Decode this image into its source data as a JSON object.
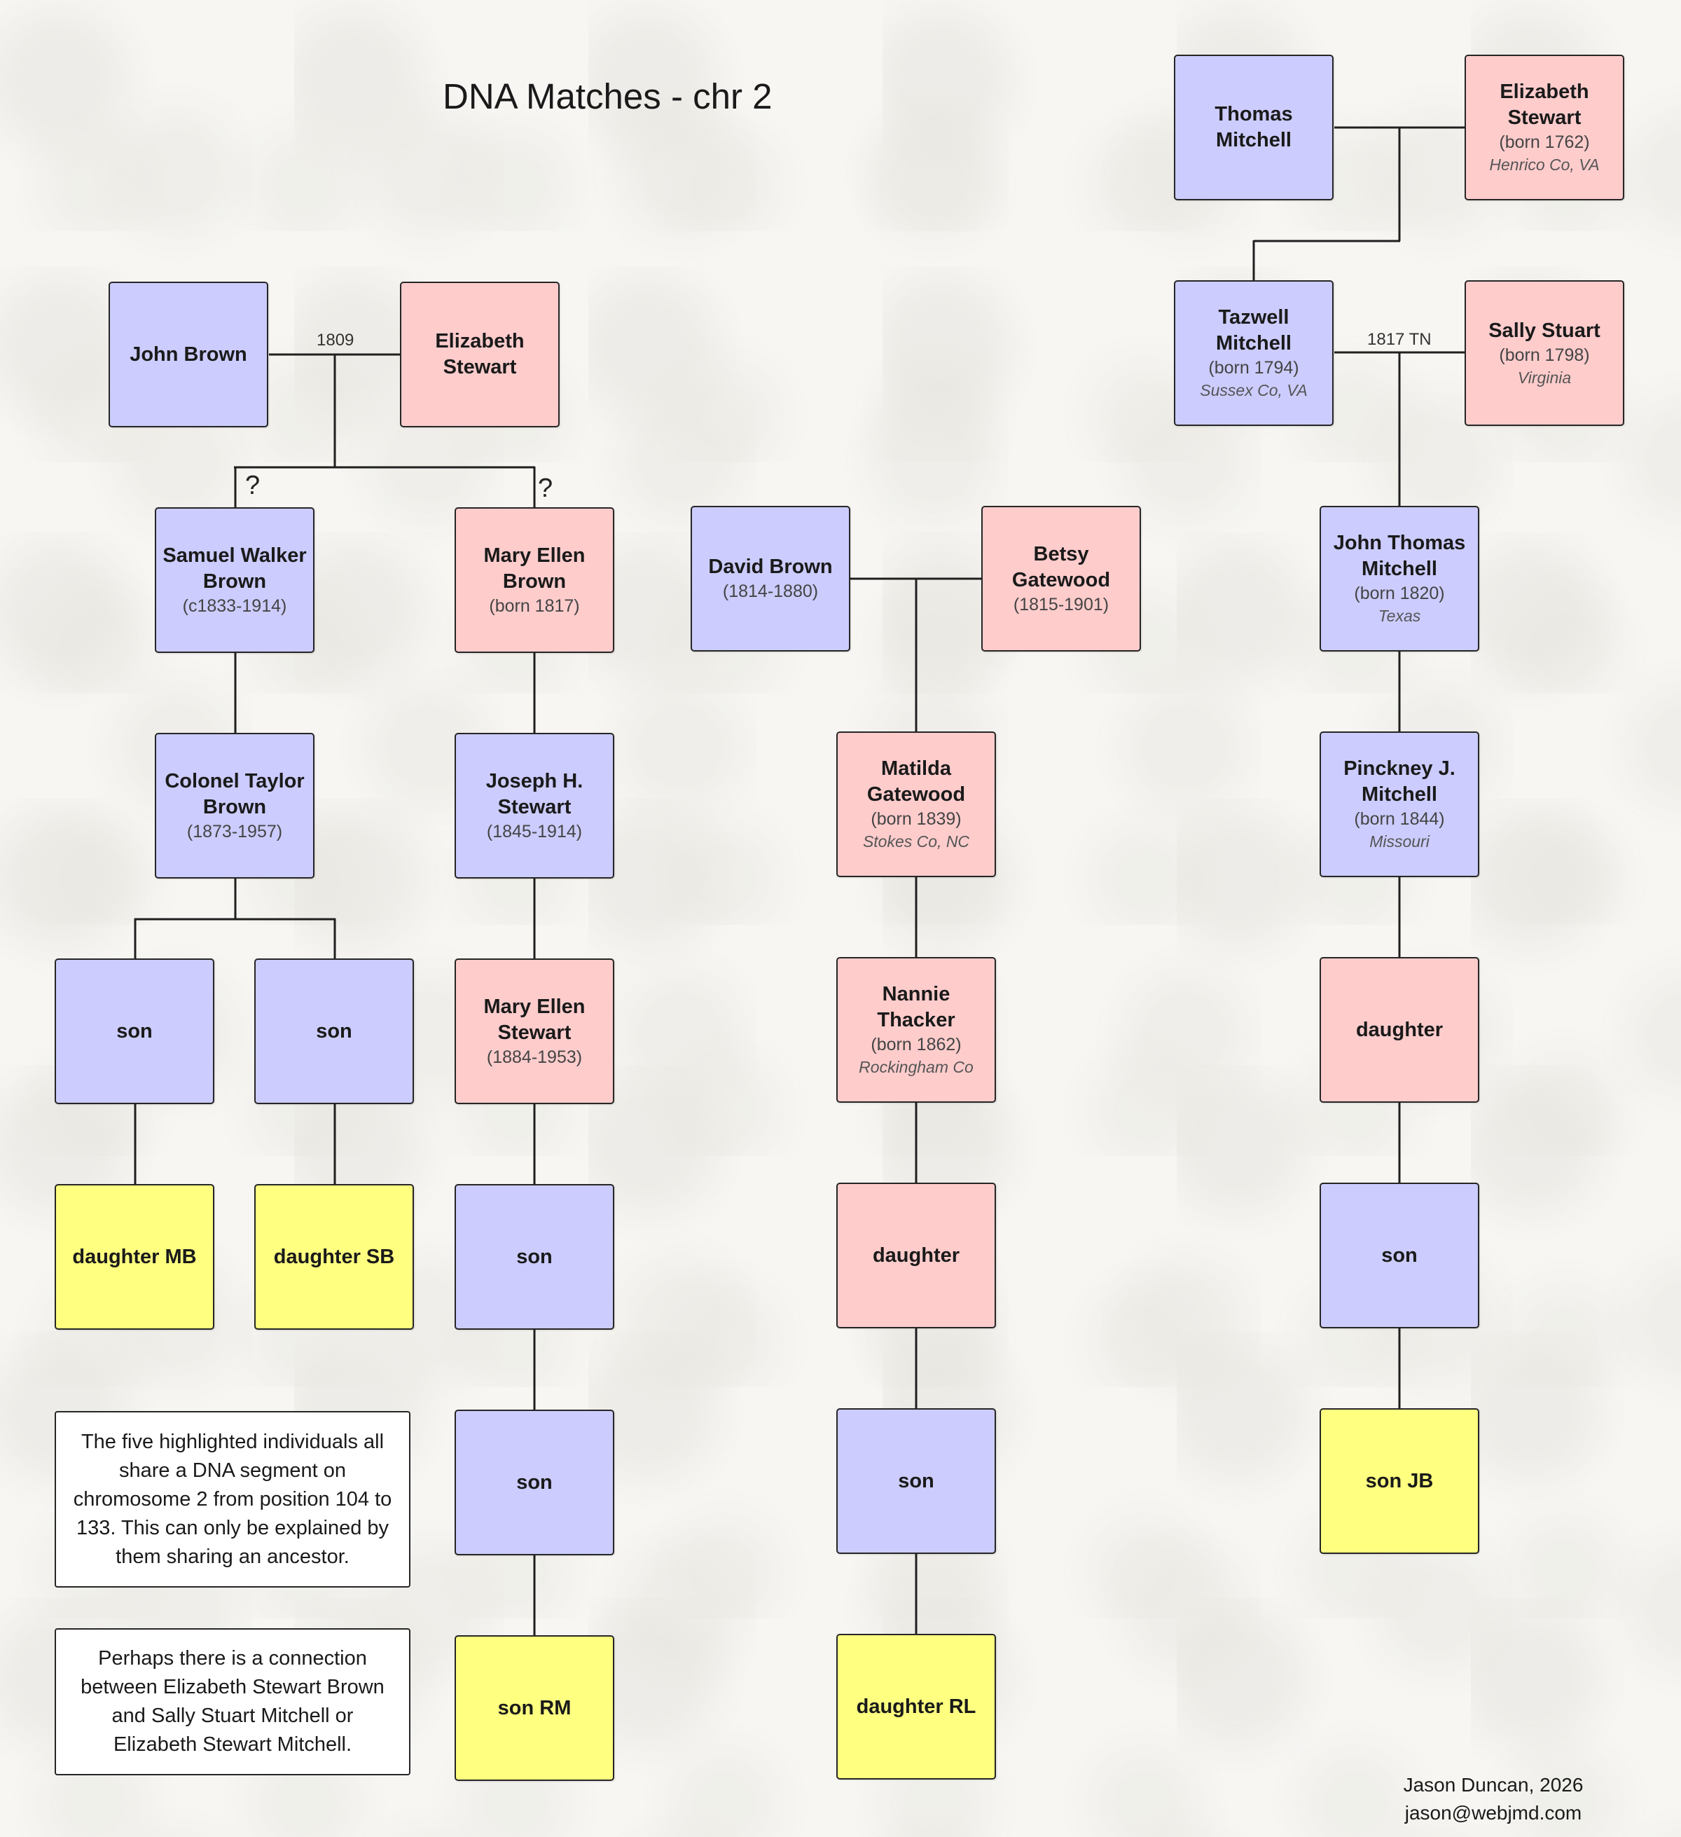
{
  "title": "DNA Matches - chr 2",
  "colors": {
    "male": "#ccccff",
    "female": "#ffcccc",
    "match": "#ffff80"
  },
  "marriage_labels": {
    "brown_stewart": "1809",
    "mitchell_stuart": "1817 TN"
  },
  "question_mark": "?",
  "people": {
    "thomas_mitchell": {
      "name": "Thomas Mitchell",
      "dates": "",
      "place": ""
    },
    "elizabeth_stewart_1762": {
      "name": "Elizabeth Stewart",
      "dates": "(born 1762)",
      "place": "Henrico Co, VA"
    },
    "tazwell_mitchell": {
      "name": "Tazwell Mitchell",
      "dates": "(born 1794)",
      "place": "Sussex Co, VA"
    },
    "sally_stuart": {
      "name": "Sally Stuart",
      "dates": "(born 1798)",
      "place": "Virginia"
    },
    "john_thomas_mitchell": {
      "name": "John Thomas Mitchell",
      "dates": "(born 1820)",
      "place": "Texas"
    },
    "pinckney_mitchell": {
      "name": "Pinckney J. Mitchell",
      "dates": "(born 1844)",
      "place": "Missouri"
    },
    "mitchell_daughter": {
      "name": "daughter",
      "dates": "",
      "place": ""
    },
    "mitchell_son": {
      "name": "son",
      "dates": "",
      "place": ""
    },
    "son_jb": {
      "name": "son JB",
      "dates": "",
      "place": ""
    },
    "john_brown": {
      "name": "John Brown",
      "dates": "",
      "place": ""
    },
    "elizabeth_stewart": {
      "name": "Elizabeth Stewart",
      "dates": "",
      "place": ""
    },
    "samuel_walker_brown": {
      "name": "Samuel Walker Brown",
      "dates": "(c1833-1914)",
      "place": ""
    },
    "mary_ellen_brown": {
      "name": "Mary Ellen Brown",
      "dates": "(born 1817)",
      "place": ""
    },
    "colonel_taylor_brown": {
      "name": "Colonel Taylor Brown",
      "dates": "(1873-1957)",
      "place": ""
    },
    "joseph_stewart": {
      "name": "Joseph H. Stewart",
      "dates": "(1845-1914)",
      "place": ""
    },
    "brown_son_1": {
      "name": "son",
      "dates": "",
      "place": ""
    },
    "brown_son_2": {
      "name": "son",
      "dates": "",
      "place": ""
    },
    "mary_ellen_stewart": {
      "name": "Mary Ellen Stewart",
      "dates": "(1884-1953)",
      "place": ""
    },
    "daughter_mb": {
      "name": "daughter MB",
      "dates": "",
      "place": ""
    },
    "daughter_sb": {
      "name": "daughter SB",
      "dates": "",
      "place": ""
    },
    "stewart_son_1": {
      "name": "son",
      "dates": "",
      "place": ""
    },
    "stewart_son_2": {
      "name": "son",
      "dates": "",
      "place": ""
    },
    "son_rm": {
      "name": "son RM",
      "dates": "",
      "place": ""
    },
    "david_brown": {
      "name": "David Brown",
      "dates": "(1814-1880)",
      "place": ""
    },
    "betsy_gatewood": {
      "name": "Betsy Gatewood",
      "dates": "(1815-1901)",
      "place": ""
    },
    "matilda_gatewood": {
      "name": "Matilda Gatewood",
      "dates": "(born 1839)",
      "place": "Stokes Co, NC"
    },
    "nannie_thacker": {
      "name": "Nannie Thacker",
      "dates": "(born 1862)",
      "place": "Rockingham Co"
    },
    "gatewood_daughter": {
      "name": "daughter",
      "dates": "",
      "place": ""
    },
    "gatewood_son": {
      "name": "son",
      "dates": "",
      "place": ""
    },
    "daughter_rl": {
      "name": "daughter RL",
      "dates": "",
      "place": ""
    }
  },
  "notes": {
    "segment": "The five highlighted individuals all share a DNA segment on chromosome 2 from position 104 to 133. This can only be explained by them sharing an ancestor.",
    "connection": "Perhaps there is a connection between Elizabeth Stewart Brown and Sally Stuart Mitchell or Elizabeth Stewart Mitchell."
  },
  "credit": {
    "author": "Jason Duncan, 2026",
    "email": "jason@webjmd.com"
  }
}
